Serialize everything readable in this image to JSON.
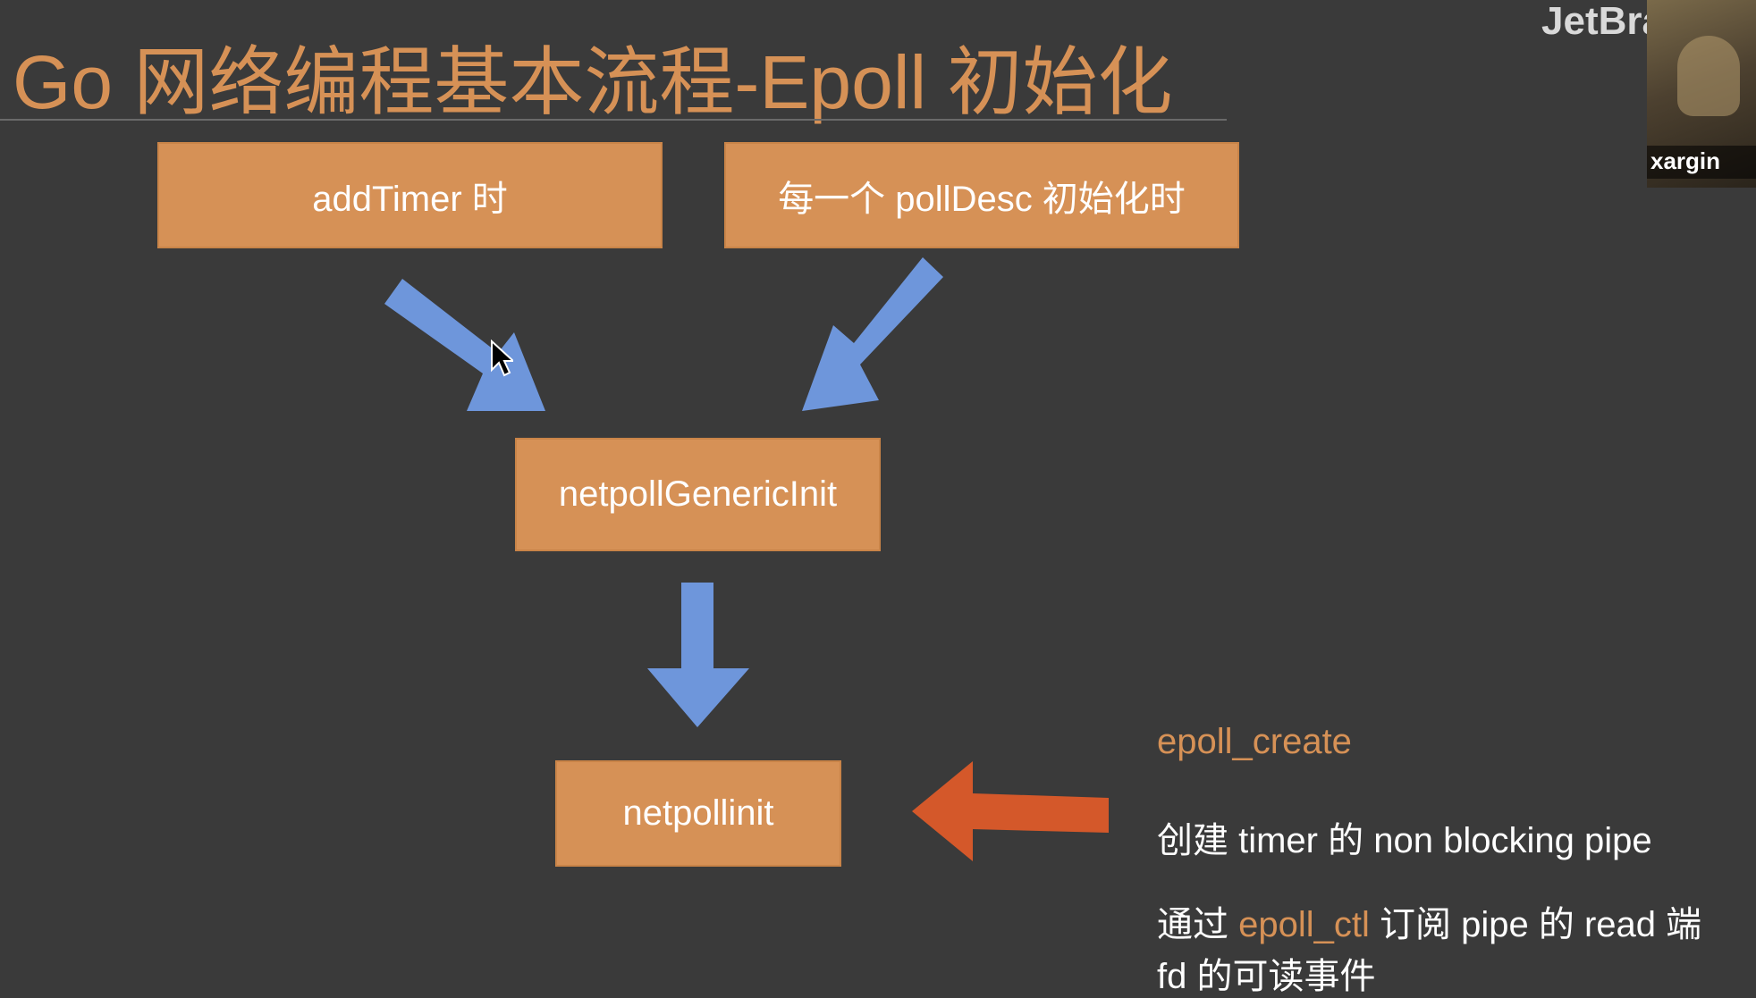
{
  "slide": {
    "title": "Go 网络编程基本流程-Epoll 初始化"
  },
  "diagram": {
    "box_addtimer": "addTimer 时",
    "box_polldesc": "每一个 pollDesc 初始化时",
    "box_generic": "netpollGenericInit",
    "box_netpollinit": "netpollinit"
  },
  "side": {
    "label": "epoll_create",
    "line1": "创建 timer 的 non blocking pipe",
    "line2_pre": "通过 ",
    "line2_hl": "epoll_ctl",
    "line2_post": " 订阅 pipe 的 read 端",
    "line3": "fd 的可读事件"
  },
  "overlay": {
    "brand": "JetBrains中",
    "presenter": "xargin"
  },
  "colors": {
    "background": "#3a3a3a",
    "box": "#d69156",
    "arrow_blue": "#6e96db",
    "arrow_orange": "#d4582a"
  }
}
